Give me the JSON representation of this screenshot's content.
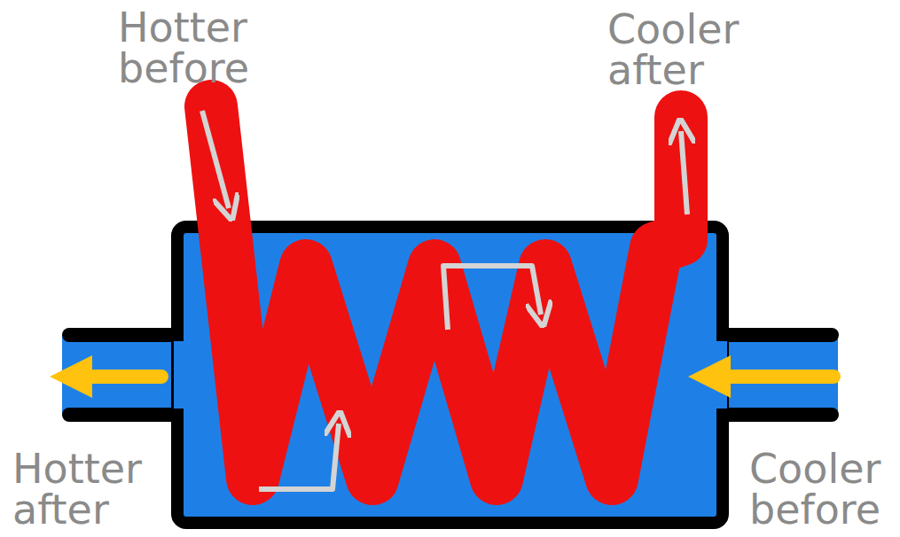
{
  "diagram": {
    "labels": [
      "Hotter before",
      "Cooler after",
      "Hotter after",
      "Cooler before"
    ]
  }
}
